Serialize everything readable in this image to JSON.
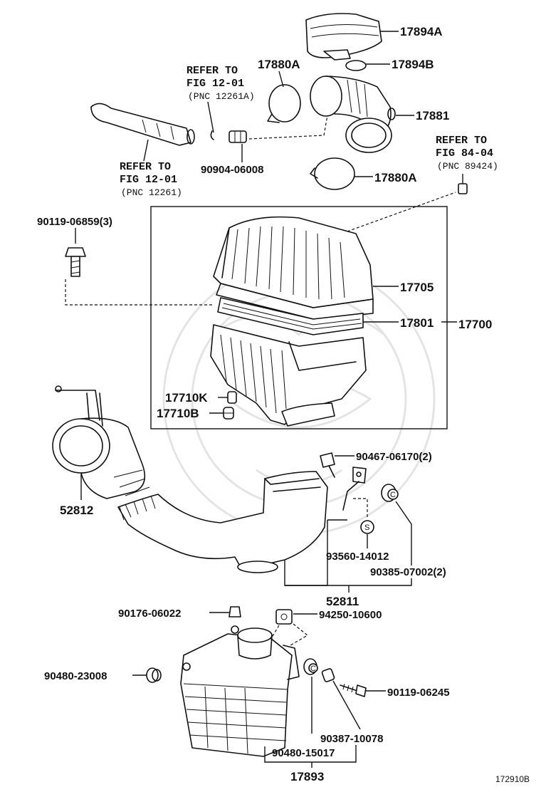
{
  "labels": {
    "p17894A": "17894A",
    "p17894B": "17894B",
    "p17880A_top": "17880A",
    "p17881": "17881",
    "p17880A_bottom": "17880A",
    "p90904": "90904-06008",
    "p90119_06859": "90119-06859(3)",
    "p17705": "17705",
    "p17801": "17801",
    "p17700": "17700",
    "p17710K": "17710K",
    "p17710B": "17710B",
    "p52812": "52812",
    "p90467": "90467-06170(2)",
    "p93560": "93560-14012",
    "p90385": "90385-07002(2)",
    "p52811": "52811",
    "p90176": "90176-06022",
    "p94250": "94250-10600",
    "p90480_23008": "90480-23008",
    "p90119_06245": "90119-06245",
    "p90387": "90387-10078",
    "p90480_15017": "90480-15017",
    "p17893": "17893"
  },
  "refs": {
    "ref_a": {
      "line1": "REFER TO",
      "line2": "FIG 12-01",
      "line3": "(PNC 12261A)"
    },
    "ref_b": {
      "line1": "REFER TO",
      "line2": "FIG 12-01",
      "line3": "(PNC 12261)"
    },
    "ref_c": {
      "line1": "REFER TO",
      "line2": "FIG 84-04",
      "line3": "(PNC 89424)"
    }
  },
  "marks": {
    "s": "S",
    "c": "C"
  },
  "figure_id": "172910B"
}
